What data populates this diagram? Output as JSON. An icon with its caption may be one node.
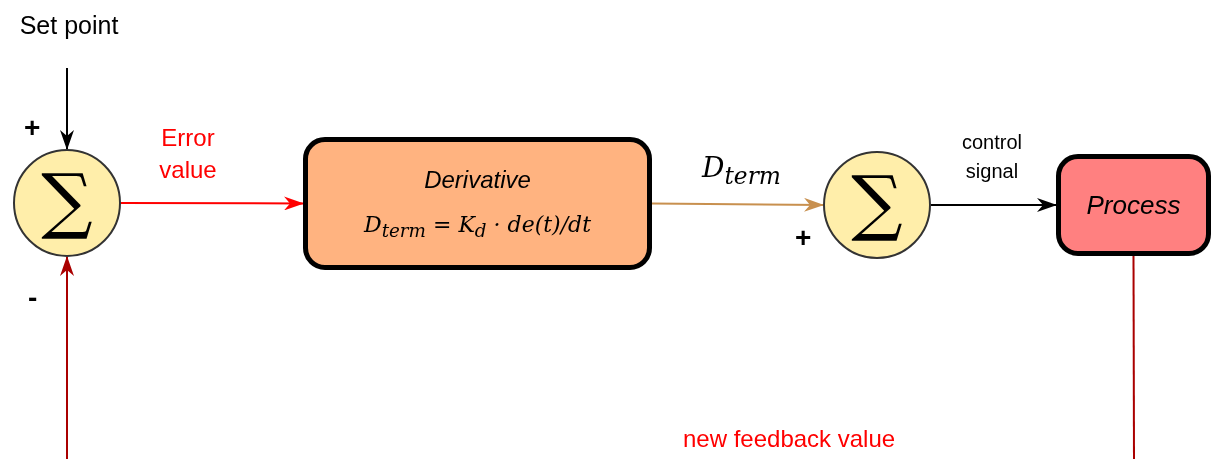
{
  "diagram": {
    "nodes": [
      {
        "text": [
          "Set point"
        ]
      },
      {
        "text": [
          "∑"
        ]
      },
      {
        "text": [
          "Derivative",
          "D$_{term}$ = K$_{d}$ · de(t)/dt"
        ]
      },
      {
        "text": [
          "∑"
        ]
      },
      {
        "text": [
          "Process"
        ]
      }
    ],
    "edges": [
      {
        "from": 0,
        "to": 1,
        "arrow": "to"
      },
      {
        "from": 1,
        "to": 2,
        "arrow": "to",
        "label": "Error value",
        "color": "#ff0000"
      },
      {
        "from": 2,
        "to": 3,
        "arrow": "to",
        "label": "D$_{term}$",
        "color": "#c8904f"
      },
      {
        "from": 3,
        "to": 4,
        "arrow": "to",
        "label": "control signal"
      },
      {
        "from": 4,
        "to": null,
        "arrow": "none",
        "color": "#aa0000"
      },
      {
        "from": null,
        "to": 1,
        "arrow": "to",
        "color": "#aa0000"
      }
    ],
    "labels": [
      "+",
      "-",
      "+",
      "new feedback value"
    ]
  }
}
